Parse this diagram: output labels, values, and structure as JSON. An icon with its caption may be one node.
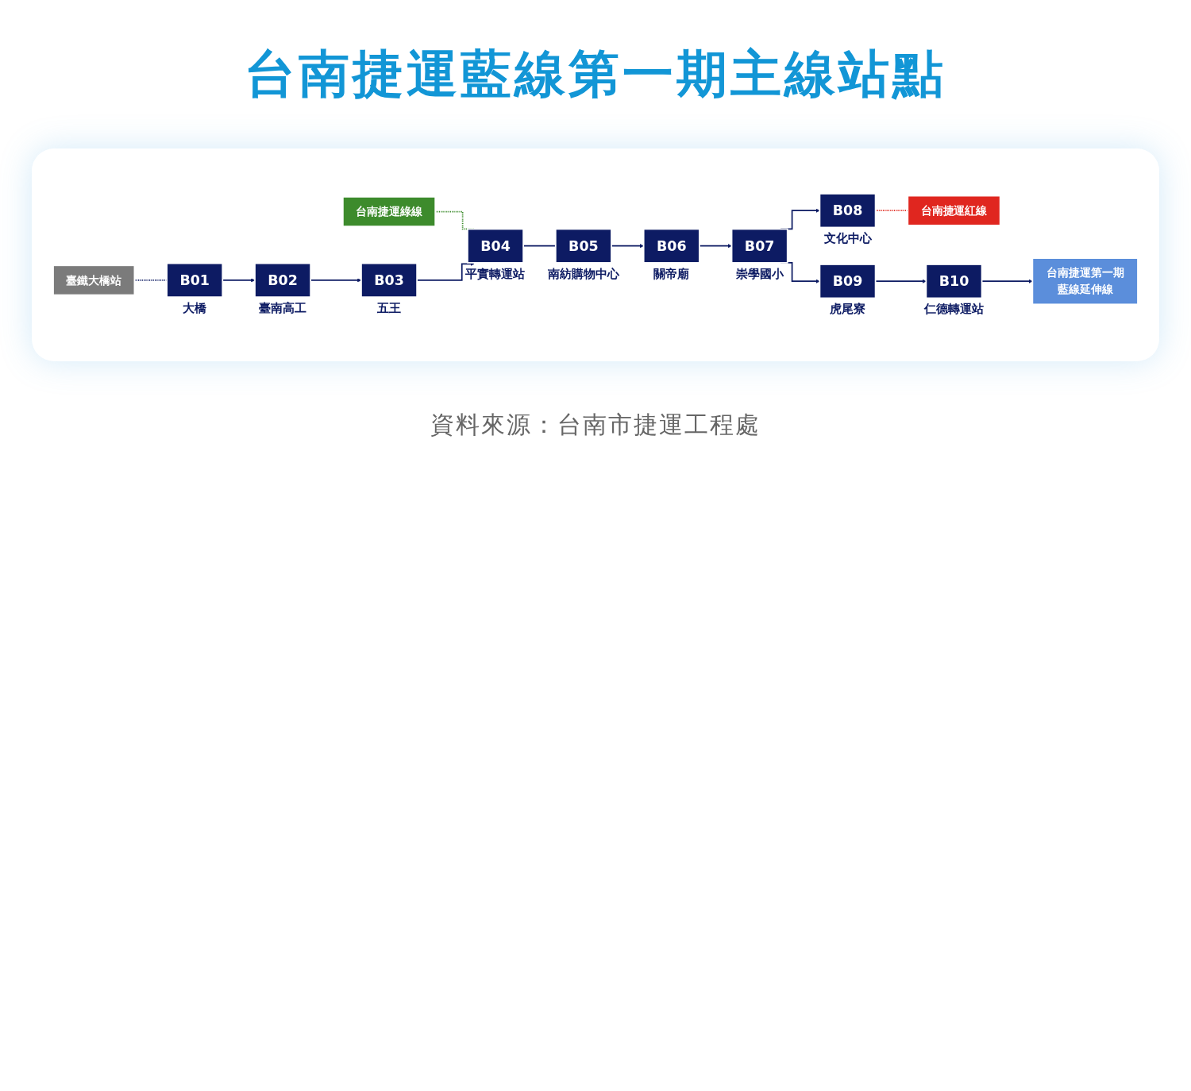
{
  "diagram": {
    "title": "台南捷運藍線第一期主線站點",
    "caption": "資料來源：台南市捷運工程處",
    "nodes": [
      {
        "text": [
          "臺鐵大橋站"
        ]
      },
      {
        "text": [
          "台南捷運綠線"
        ]
      },
      {
        "text": [
          "B01"
        ],
        "beside": [
          "大橋"
        ]
      },
      {
        "text": [
          "B02"
        ],
        "beside": [
          "臺南高工"
        ]
      },
      {
        "text": [
          "B03"
        ],
        "beside": [
          "五王"
        ]
      },
      {
        "text": [
          "B04"
        ],
        "beside": [
          "平實轉運站"
        ]
      },
      {
        "text": [
          "B08"
        ],
        "beside": [
          "文化中心"
        ]
      },
      {
        "text": [
          "B07"
        ],
        "beside": [
          "崇學國小"
        ]
      },
      {
        "text": [
          "B06"
        ],
        "beside": [
          "關帝廟"
        ]
      },
      {
        "text": [
          "B05"
        ],
        "beside": [
          "南紡購物中心"
        ]
      },
      {
        "text": [
          "台南捷運紅線"
        ]
      },
      {
        "text": [
          "B09"
        ],
        "beside": [
          "虎尾寮"
        ]
      },
      {
        "text": [
          "B10"
        ],
        "beside": [
          "仁德轉運站"
        ]
      },
      {
        "text": [
          "台南捷運第一期藍線延伸線"
        ]
      }
    ],
    "edges": [
      {
        "from": 0,
        "to": 2,
        "arrow": "none",
        "style": "dashed"
      },
      {
        "from": 1,
        "to": 5,
        "arrow": "none",
        "style": "dashed",
        "color": "#3a8a2a"
      },
      {
        "from": 2,
        "to": 3,
        "arrow": "to"
      },
      {
        "from": 3,
        "to": 4,
        "arrow": "to"
      },
      {
        "from": 4,
        "to": 5,
        "arrow": "to"
      },
      {
        "from": 5,
        "to": 9,
        "arrow": "none"
      },
      {
        "from": 9,
        "to": 8,
        "arrow": "to"
      },
      {
        "from": 8,
        "to": 7,
        "arrow": "to"
      },
      {
        "from": 7,
        "to": 6,
        "arrow": "to"
      },
      {
        "from": 6,
        "to": 10,
        "arrow": "none",
        "style": "dashed",
        "color": "#e02a1f"
      },
      {
        "from": 7,
        "to": 11,
        "arrow": "to"
      },
      {
        "from": 11,
        "to": 12,
        "arrow": "to"
      },
      {
        "from": 12,
        "to": 13,
        "arrow": "to"
      }
    ]
  }
}
